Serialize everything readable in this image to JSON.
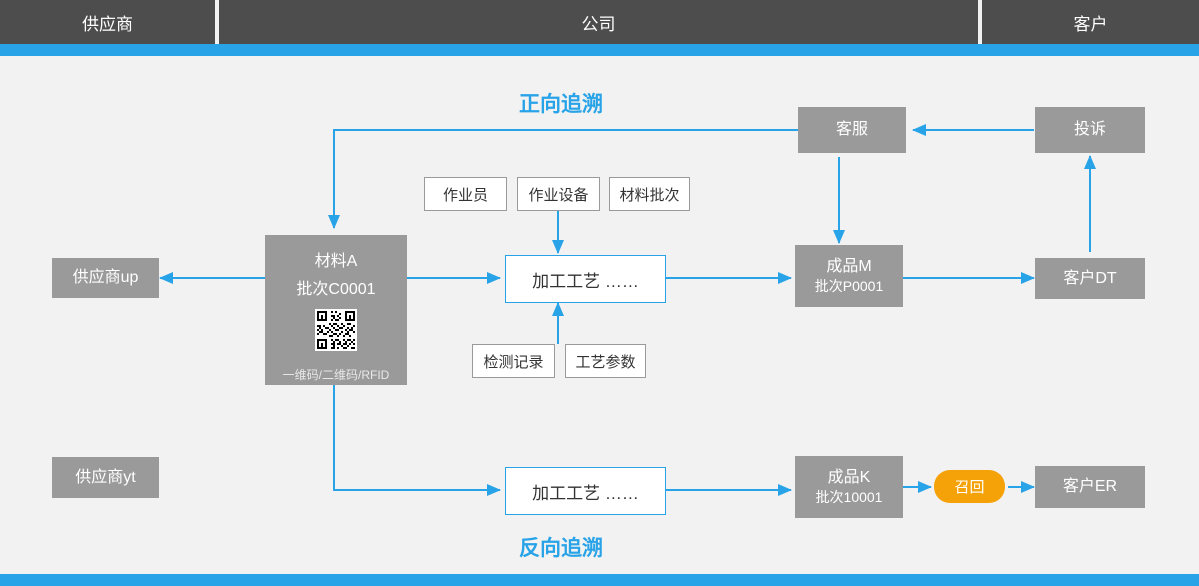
{
  "header": {
    "supplier": "供应商",
    "company": "公司",
    "customer": "客户"
  },
  "titles": {
    "forward": "正向追溯",
    "reverse": "反向追溯"
  },
  "nodes": {
    "supplier_up": "供应商up",
    "supplier_yt": "供应商yt",
    "material": {
      "name": "材料A",
      "batch": "批次C0001",
      "codes": "一维码/二维码/RFID"
    },
    "process_top": "加工工艺  ……",
    "process_bottom": "加工工艺  ……",
    "product_m": {
      "name": "成品M",
      "batch": "批次P0001"
    },
    "product_k": {
      "name": "成品K",
      "batch": "批次10001"
    },
    "customer_dt": "客户DT",
    "customer_er": "客户ER",
    "service": "客服",
    "complaint": "投诉",
    "recall": "召回"
  },
  "attributes": {
    "operator": "作业员",
    "equipment": "作业设备",
    "material_batch": "材料批次",
    "inspection": "检测记录",
    "parameters": "工艺参数"
  },
  "colors": {
    "accent": "#29a3e8",
    "node": "#9a9a9a",
    "header": "#4d4d4d",
    "recall": "#f5a209"
  }
}
